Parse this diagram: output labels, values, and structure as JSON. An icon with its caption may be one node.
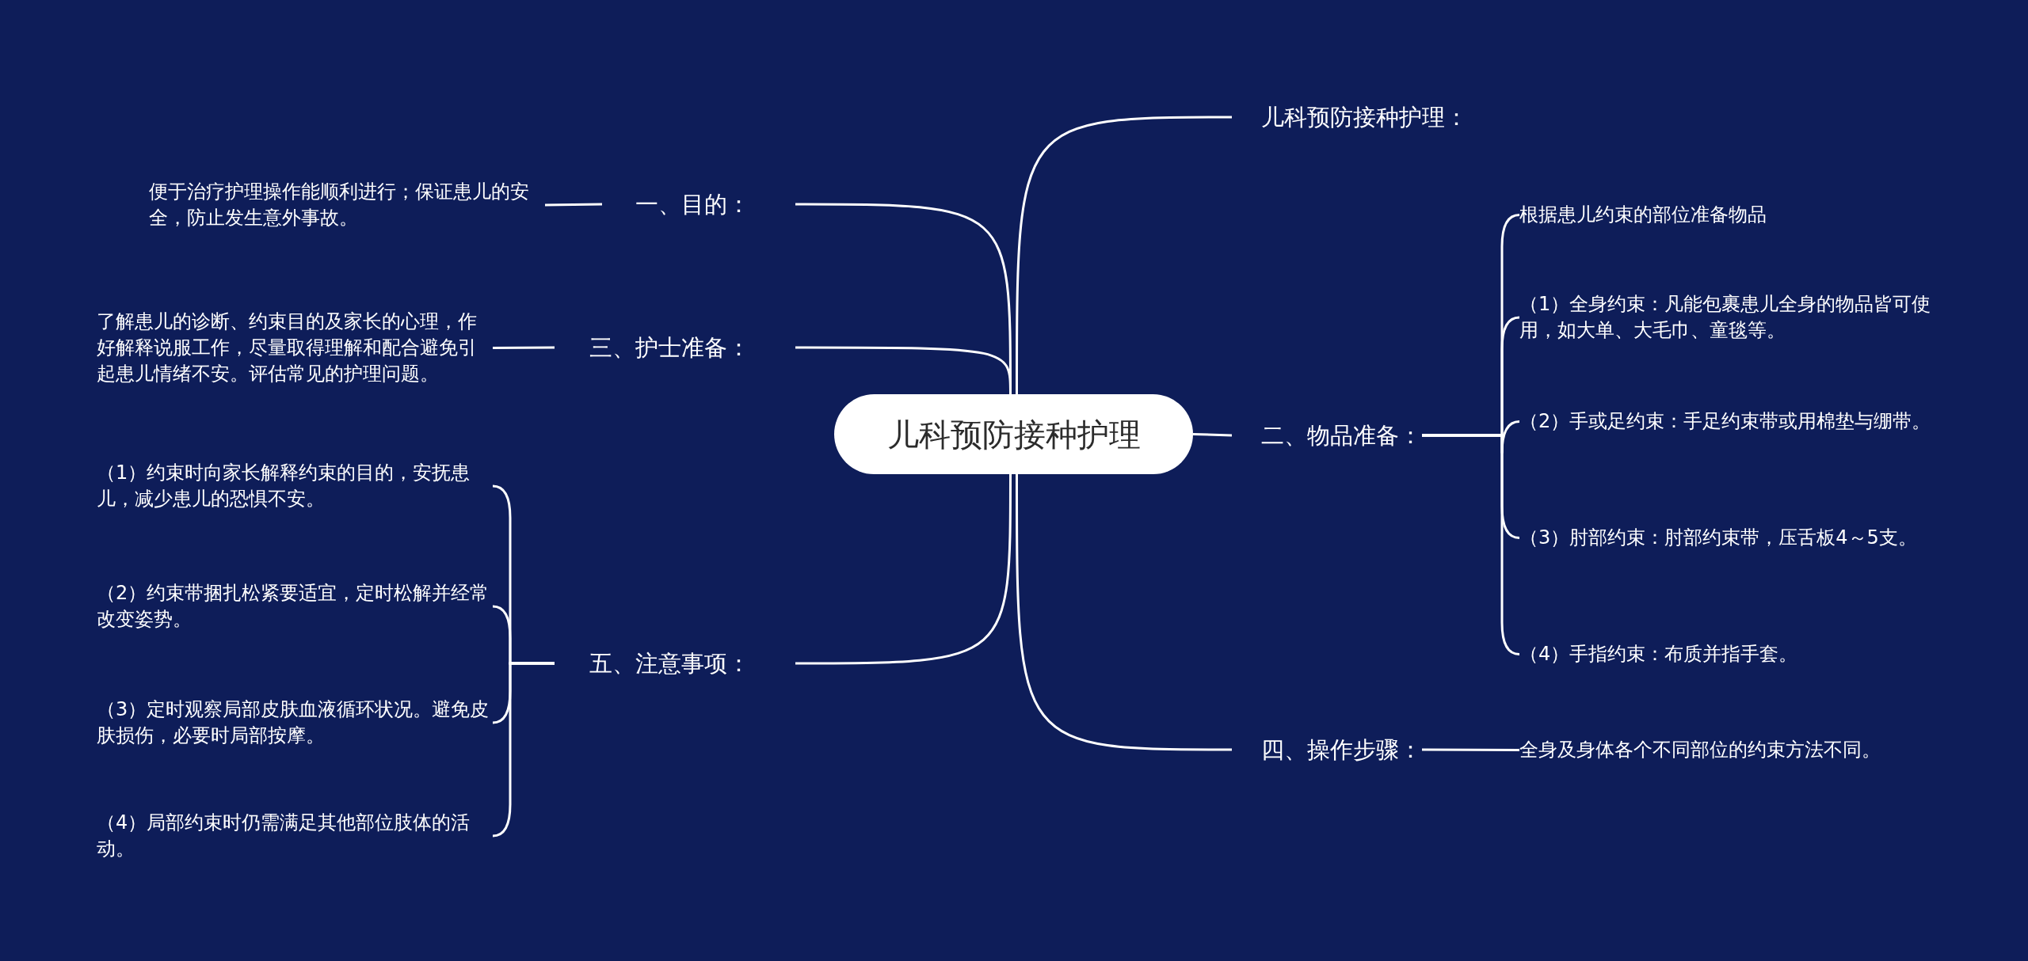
{
  "diagram": {
    "nodes": [
      {
        "text": [
          "儿科预防接种护理"
        ]
      },
      {
        "text": [
          "儿科预防接种护理："
        ]
      },
      {
        "text": [
          "一、目的："
        ]
      },
      {
        "text": [
          "便于治疗护理操作能顺利进行；保证患儿的安全，防止发生意外事故。"
        ]
      },
      {
        "text": [
          "二、物品准备："
        ]
      },
      {
        "text": [
          "根据患儿约束的部位准备物品"
        ]
      },
      {
        "text": [
          "（1）全身约束：凡能包裹患儿全身的物品皆可使用，如大单、大毛巾、童毯等。"
        ]
      },
      {
        "text": [
          "（2）手或足约束：手足约束带或用棉垫与绷带。"
        ]
      },
      {
        "text": [
          "（3）肘部约束：肘部约束带，压舌板4～5支。"
        ]
      },
      {
        "text": [
          "（4）手指约束：布质并指手套。"
        ]
      },
      {
        "text": [
          "三、护士准备："
        ]
      },
      {
        "text": [
          "了解患儿的诊断、约束目的及家长的心理，作好解释说服工作，尽量取得理解和配合避免引起患儿情绪不安。评估常见的护理问题。"
        ]
      },
      {
        "text": [
          "四、操作步骤："
        ]
      },
      {
        "text": [
          "全身及身体各个不同部位的约束方法不同。"
        ]
      },
      {
        "text": [
          "五、注意事项："
        ]
      },
      {
        "text": [
          "（1）约束时向家长解释约束的目的，安抚患儿，减少患儿的恐惧不安。"
        ]
      },
      {
        "text": [
          "（2）约束带捆扎松紧要适宜，定时松解并经常改变姿势。"
        ]
      },
      {
        "text": [
          "（3）定时观察局部皮肤血液循环状况。避免皮肤损伤，必要时局部按摩。"
        ]
      },
      {
        "text": [
          "（4）局部约束时仍需满足其他部位肢体的活动。"
        ]
      }
    ],
    "edges": [
      {
        "from": 0,
        "to": 1,
        "arrow": "none"
      },
      {
        "from": 0,
        "to": 2,
        "arrow": "none"
      },
      {
        "from": 2,
        "to": 3,
        "arrow": "none"
      },
      {
        "from": 0,
        "to": 4,
        "arrow": "none"
      },
      {
        "from": 4,
        "to": 5,
        "arrow": "none"
      },
      {
        "from": 4,
        "to": 6,
        "arrow": "none"
      },
      {
        "from": 4,
        "to": 7,
        "arrow": "none"
      },
      {
        "from": 4,
        "to": 8,
        "arrow": "none"
      },
      {
        "from": 4,
        "to": 9,
        "arrow": "none"
      },
      {
        "from": 0,
        "to": 10,
        "arrow": "none"
      },
      {
        "from": 10,
        "to": 11,
        "arrow": "none"
      },
      {
        "from": 0,
        "to": 12,
        "arrow": "none"
      },
      {
        "from": 12,
        "to": 13,
        "arrow": "none"
      },
      {
        "from": 0,
        "to": 14,
        "arrow": "none"
      },
      {
        "from": 14,
        "to": 15,
        "arrow": "none"
      },
      {
        "from": 14,
        "to": 16,
        "arrow": "none"
      },
      {
        "from": 14,
        "to": 17,
        "arrow": "none"
      },
      {
        "from": 14,
        "to": 18,
        "arrow": "none"
      }
    ]
  }
}
